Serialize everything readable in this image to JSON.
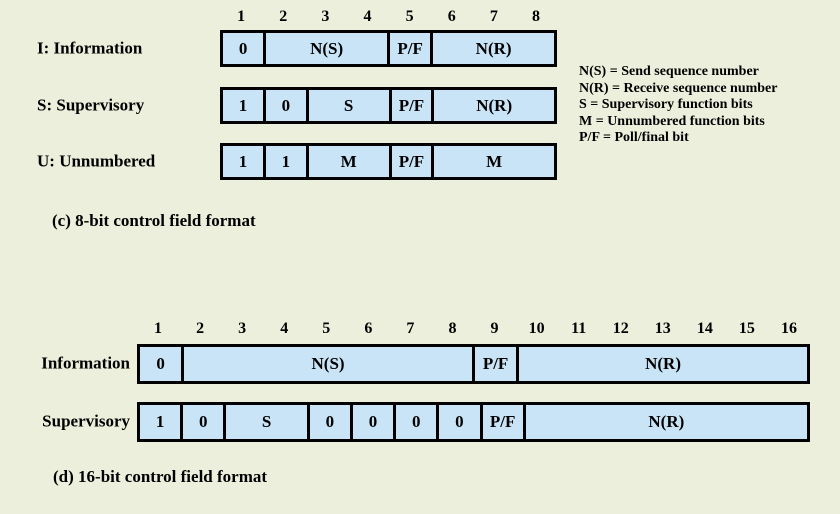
{
  "colors": {
    "background": "#ECEFDB",
    "cell_fill": "#C8E4F6",
    "border": "#000000",
    "text": "#000000"
  },
  "legend": {
    "lines": [
      "N(S) = Send sequence number",
      "N(R) = Receive sequence number",
      "S = Supervisory function bits",
      "M = Unnumbered function bits",
      "P/F = Poll/final bit"
    ]
  },
  "format_8bit": {
    "caption": "(c) 8-bit control field format",
    "bit_numbers": [
      "1",
      "2",
      "3",
      "4",
      "5",
      "6",
      "7",
      "8"
    ],
    "rows": [
      {
        "label": "I: Information",
        "cells": [
          {
            "text": "0",
            "bits": 1
          },
          {
            "text": "N(S)",
            "bits": 3
          },
          {
            "text": "P/F",
            "bits": 1
          },
          {
            "text": "N(R)",
            "bits": 3
          }
        ]
      },
      {
        "label": "S: Supervisory",
        "cells": [
          {
            "text": "1",
            "bits": 1
          },
          {
            "text": "0",
            "bits": 1
          },
          {
            "text": "S",
            "bits": 2
          },
          {
            "text": "P/F",
            "bits": 1
          },
          {
            "text": "N(R)",
            "bits": 3
          }
        ]
      },
      {
        "label": "U: Unnumbered",
        "cells": [
          {
            "text": "1",
            "bits": 1
          },
          {
            "text": "1",
            "bits": 1
          },
          {
            "text": "M",
            "bits": 2
          },
          {
            "text": "P/F",
            "bits": 1
          },
          {
            "text": "M",
            "bits": 3
          }
        ]
      }
    ]
  },
  "format_16bit": {
    "caption": "(d) 16-bit control field format",
    "bit_numbers": [
      "1",
      "2",
      "3",
      "4",
      "5",
      "6",
      "7",
      "8",
      "9",
      "10",
      "11",
      "12",
      "13",
      "14",
      "15",
      "16"
    ],
    "rows": [
      {
        "label": "Information",
        "cells": [
          {
            "text": "0",
            "bits": 1
          },
          {
            "text": "N(S)",
            "bits": 7
          },
          {
            "text": "P/F",
            "bits": 1
          },
          {
            "text": "N(R)",
            "bits": 7
          }
        ]
      },
      {
        "label": "Supervisory",
        "cells": [
          {
            "text": "1",
            "bits": 1
          },
          {
            "text": "0",
            "bits": 1
          },
          {
            "text": "S",
            "bits": 2
          },
          {
            "text": "0",
            "bits": 1
          },
          {
            "text": "0",
            "bits": 1
          },
          {
            "text": "0",
            "bits": 1
          },
          {
            "text": "0",
            "bits": 1
          },
          {
            "text": "P/F",
            "bits": 1
          },
          {
            "text": "N(R)",
            "bits": 7
          }
        ]
      }
    ]
  }
}
